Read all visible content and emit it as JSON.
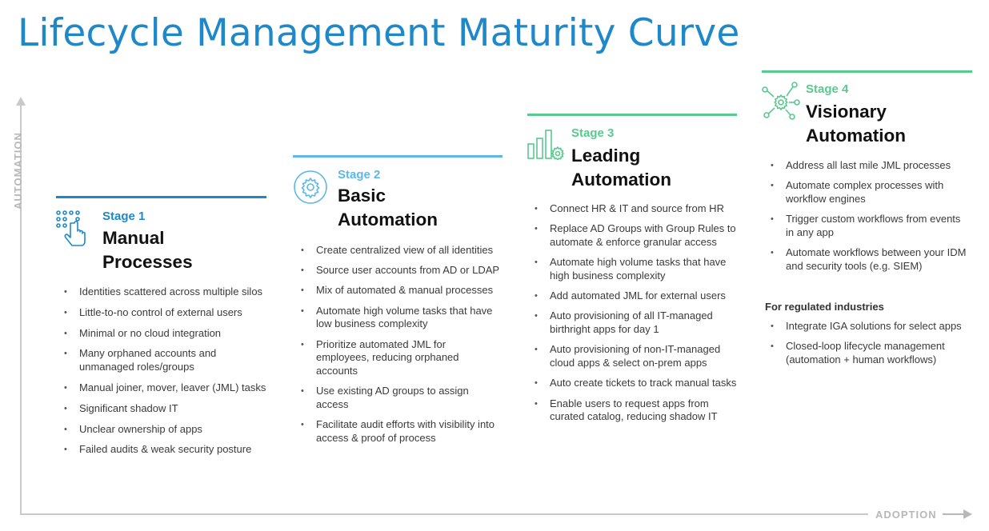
{
  "title": "Lifecycle Management Maturity Curve",
  "axes": {
    "y_label": "AUTOMATION",
    "x_label": "ADOPTION"
  },
  "colors": {
    "title": "#1e88c8",
    "stage1": "#1e88c8",
    "stage2": "#5db7e8",
    "stage3": "#58c98f",
    "stage4": "#58c98f",
    "axis": "#c9c9c9"
  },
  "stages": [
    {
      "number": "Stage 1",
      "name_line1": "Manual",
      "name_line2": "Processes",
      "icon": "hand-tap-grid-icon",
      "items": [
        "Identities scattered across multiple silos",
        "Little-to-no control of external users",
        "Minimal or no cloud integration",
        "Many orphaned accounts and unmanaged roles/groups",
        "Manual joiner, mover, leaver (JML) tasks",
        "Significant shadow IT",
        "Unclear ownership of apps",
        "Failed audits & weak security posture"
      ]
    },
    {
      "number": "Stage 2",
      "name_line1": "Basic",
      "name_line2": "Automation",
      "icon": "gear-circle-icon",
      "items": [
        "Create centralized view of all identities",
        "Source user accounts from AD or LDAP",
        "Mix of automated & manual processes",
        "Automate high volume tasks that have low business complexity",
        "Prioritize automated JML for employees, reducing orphaned accounts",
        "Use existing AD groups to assign access",
        "Facilitate audit efforts with visibility into access & proof of process"
      ]
    },
    {
      "number": "Stage 3",
      "name_line1": "Leading",
      "name_line2": "Automation",
      "icon": "bar-chart-gear-icon",
      "items": [
        "Connect HR & IT and source from HR",
        "Replace AD Groups with Group Rules to automate & enforce granular access",
        "Automate high volume tasks that have high business complexity",
        "Add automated JML for external users",
        "Auto provisioning of all IT-managed birthright apps for day 1",
        "Auto provisioning of non-IT-managed cloud apps & select on-prem apps",
        "Auto create tickets to track manual tasks",
        "Enable users to request apps from curated catalog, reducing shadow IT"
      ]
    },
    {
      "number": "Stage 4",
      "name_line1": "Visionary",
      "name_line2": "Automation",
      "icon": "gear-network-icon",
      "items": [
        "Address all last mile JML processes",
        "Automate complex processes with workflow engines",
        "Trigger custom workflows from events in any app",
        "Automate workflows between your IDM and security tools (e.g. SIEM)"
      ],
      "subheading": "For regulated industries",
      "sub_items": [
        "Integrate IGA solutions for select apps",
        "Closed-loop lifecycle management (automation + human workflows)"
      ]
    }
  ]
}
